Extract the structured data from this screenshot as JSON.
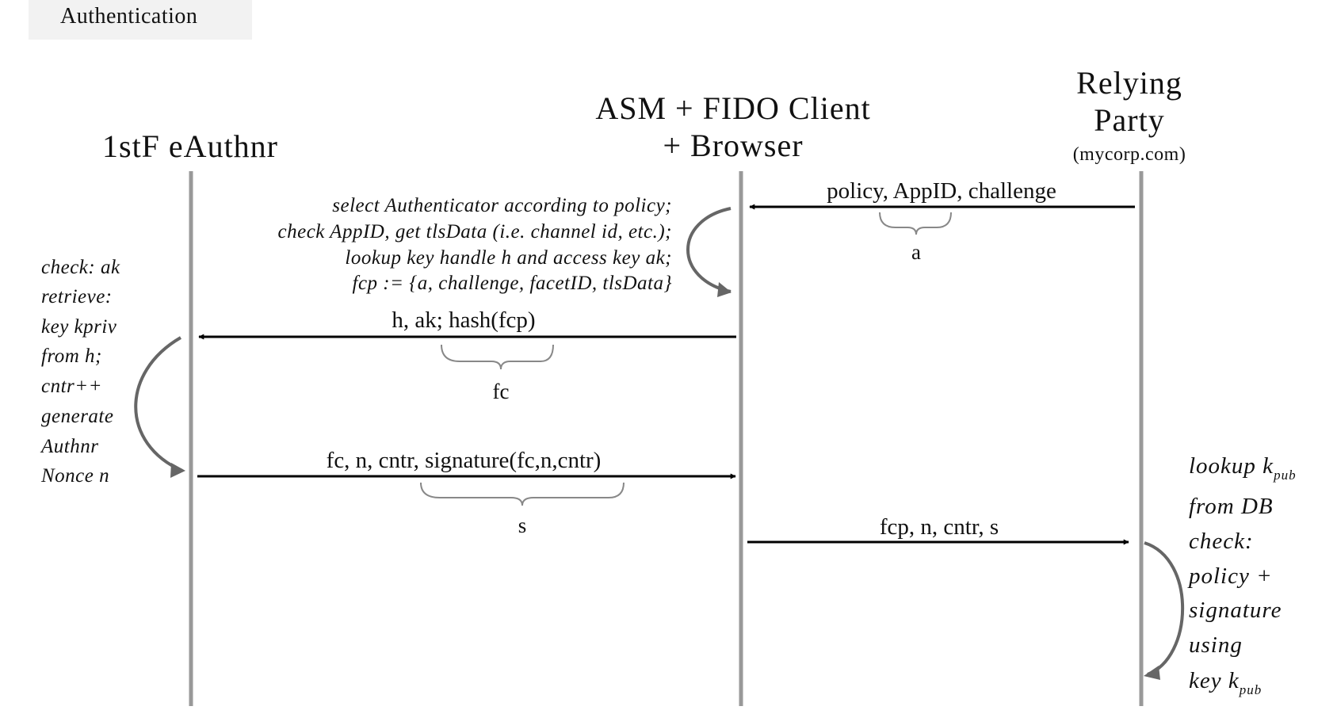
{
  "tab": {
    "label": "Authentication"
  },
  "participants": {
    "authenticator": "1stF eAuthnr",
    "client_line1": "ASM + FIDO Client",
    "client_line2": "+ Browser",
    "relying_party_line1": "Relying",
    "relying_party_line2": "Party",
    "relying_party_domain": "(mycorp.com)"
  },
  "messages": {
    "m1": "policy, AppID, challenge",
    "m2": "h, ak; hash(fcp)",
    "m3": "fc, n, cntr, signature(fc,n,cntr)",
    "m4": "fcp, n, cntr, s"
  },
  "braces": {
    "b1": "a",
    "b2": "fc",
    "b3": "s"
  },
  "client_note": [
    "select Authenticator according to policy;",
    "check AppID, get tlsData (i.e. channel id, etc.);",
    "lookup key handle h and access key ak;",
    "fcp := {a, challenge, facetID, tlsData}"
  ],
  "authenticator_note": [
    "check: ak",
    "retrieve:",
    "key kpriv",
    "from h;",
    "cntr++",
    "generate",
    "Authnr",
    "Nonce n"
  ],
  "rp_note": {
    "line1": "lookup k",
    "line1_sub": "pub",
    "line2": "from DB",
    "line3": "check:",
    "line4": "policy +",
    "line5": "signature",
    "line6": "using",
    "line7": "key k",
    "line7_sub": "pub"
  },
  "colors": {
    "lifeline": "#999999",
    "arrow": "#000000",
    "curve": "#666666",
    "brace": "#888888",
    "tab_bg": "#f2f2f2"
  }
}
